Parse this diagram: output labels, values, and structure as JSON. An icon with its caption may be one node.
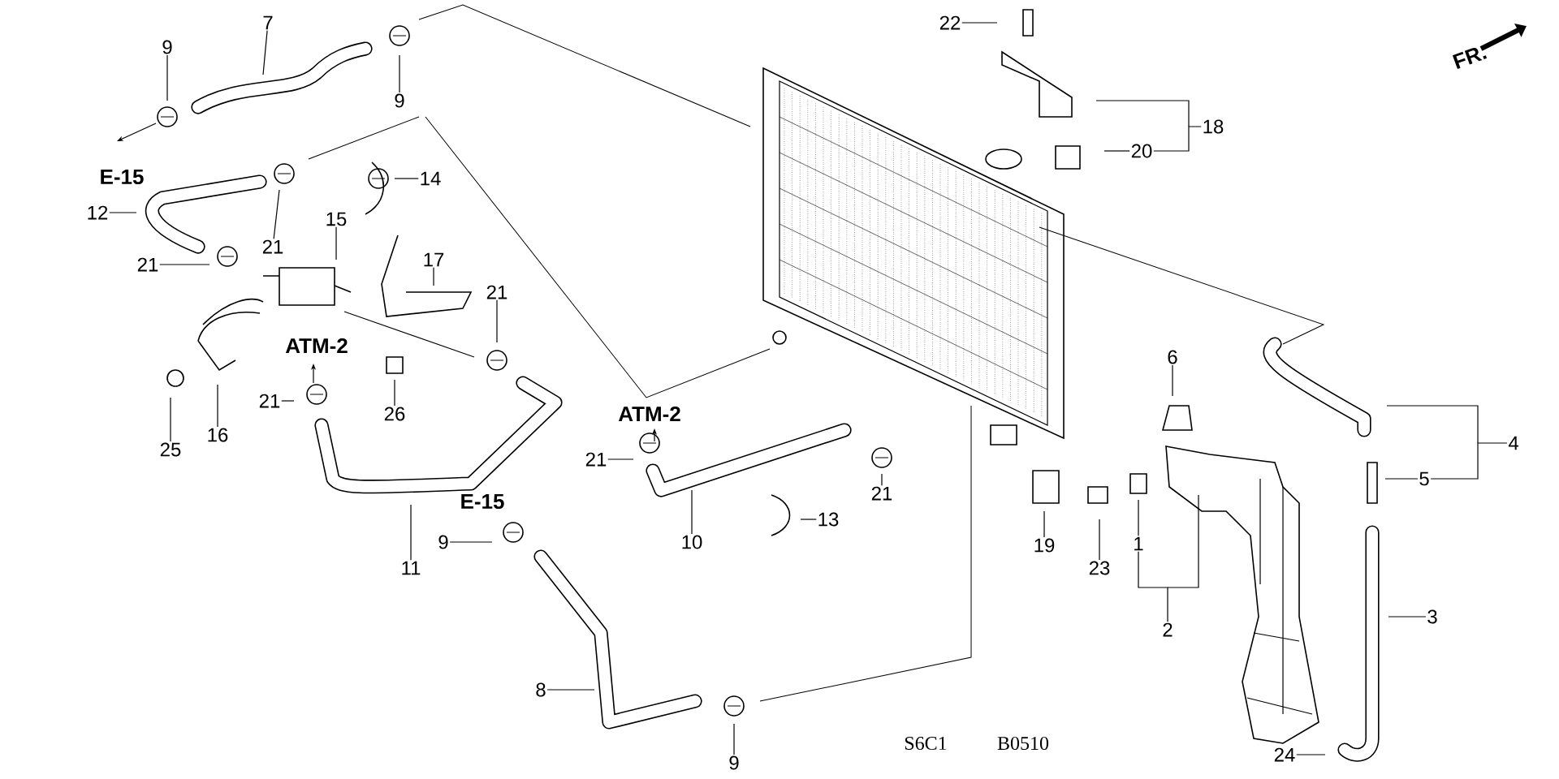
{
  "diagram": {
    "nodes": [
      {
        "text": [
          "7"
        ]
      },
      {
        "text": [
          "9"
        ]
      },
      {
        "text": [
          "9"
        ]
      },
      {
        "text": [
          "12"
        ]
      },
      {
        "text": [
          "21"
        ]
      },
      {
        "text": [
          "14"
        ]
      },
      {
        "text": [
          "15"
        ]
      },
      {
        "text": [
          "21"
        ]
      },
      {
        "text": [
          "17"
        ]
      },
      {
        "text": [
          "21"
        ]
      },
      {
        "text": [
          "21"
        ]
      },
      {
        "text": [
          "25"
        ]
      },
      {
        "text": [
          "16"
        ]
      },
      {
        "text": [
          "26"
        ]
      },
      {
        "text": [
          "11"
        ]
      },
      {
        "text": [
          "9"
        ]
      },
      {
        "text": [
          "8"
        ]
      },
      {
        "text": [
          "9"
        ]
      },
      {
        "text": [
          "21"
        ]
      },
      {
        "text": [
          "10"
        ]
      },
      {
        "text": [
          "13"
        ]
      },
      {
        "text": [
          "21"
        ]
      },
      {
        "text": [
          "22"
        ]
      },
      {
        "text": [
          "18"
        ]
      },
      {
        "text": [
          "20"
        ]
      },
      {
        "text": [
          "6"
        ]
      },
      {
        "text": [
          "1"
        ]
      },
      {
        "text": [
          "2"
        ]
      },
      {
        "text": [
          "19"
        ]
      },
      {
        "text": [
          "23"
        ]
      },
      {
        "text": [
          "4"
        ]
      },
      {
        "text": [
          "5"
        ]
      },
      {
        "text": [
          "3"
        ]
      },
      {
        "text": [
          "24"
        ]
      }
    ],
    "edges": [
      {
        "from": 0,
        "to": null,
        "arrow": "none"
      },
      {
        "from": 1,
        "to": null,
        "arrow": "none"
      },
      {
        "from": 2,
        "to": null,
        "arrow": "none"
      },
      {
        "from": 3,
        "to": null,
        "arrow": "none"
      },
      {
        "from": 4,
        "to": null,
        "arrow": "none"
      },
      {
        "from": 5,
        "to": null,
        "arrow": "none"
      },
      {
        "from": 6,
        "to": null,
        "arrow": "none"
      },
      {
        "from": 7,
        "to": null,
        "arrow": "none"
      },
      {
        "from": 8,
        "to": null,
        "arrow": "none"
      },
      {
        "from": 9,
        "to": null,
        "arrow": "none"
      },
      {
        "from": 10,
        "to": null,
        "arrow": "none"
      },
      {
        "from": 11,
        "to": null,
        "arrow": "none"
      },
      {
        "from": 12,
        "to": null,
        "arrow": "none"
      },
      {
        "from": 13,
        "to": null,
        "arrow": "none"
      },
      {
        "from": 14,
        "to": null,
        "arrow": "none"
      },
      {
        "from": 15,
        "to": null,
        "arrow": "none"
      },
      {
        "from": 16,
        "to": null,
        "arrow": "none"
      },
      {
        "from": 17,
        "to": null,
        "arrow": "none"
      },
      {
        "from": 18,
        "to": null,
        "arrow": "none"
      },
      {
        "from": 19,
        "to": null,
        "arrow": "none"
      },
      {
        "from": 20,
        "to": null,
        "arrow": "none"
      },
      {
        "from": 21,
        "to": null,
        "arrow": "none"
      },
      {
        "from": 22,
        "to": null,
        "arrow": "none"
      },
      {
        "from": 23,
        "to": 24,
        "arrow": "none"
      },
      {
        "from": 24,
        "to": null,
        "arrow": "none"
      },
      {
        "from": 25,
        "to": null,
        "arrow": "none"
      },
      {
        "from": 26,
        "to": null,
        "arrow": "none"
      },
      {
        "from": 27,
        "to": 26,
        "arrow": "none"
      },
      {
        "from": 28,
        "to": null,
        "arrow": "none"
      },
      {
        "from": 29,
        "to": null,
        "arrow": "none"
      },
      {
        "from": 30,
        "to": 31,
        "arrow": "none"
      },
      {
        "from": 31,
        "to": null,
        "arrow": "none"
      },
      {
        "from": 32,
        "to": null,
        "arrow": "none"
      },
      {
        "from": 33,
        "to": null,
        "arrow": "none"
      }
    ],
    "labels": [
      "FR.",
      "E-15",
      "ATM-2",
      "ATM-2",
      "E-15",
      "S6C1",
      "B0510"
    ]
  }
}
